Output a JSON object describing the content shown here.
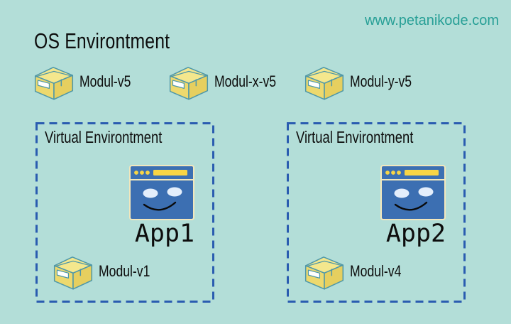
{
  "watermark": {
    "text": "www.petanikode.com",
    "color": "#279f96"
  },
  "title": "OS Environtment",
  "os_modules": [
    {
      "label": "Modul-v5"
    },
    {
      "label": "Modul-x-v5"
    },
    {
      "label": "Modul-y-v5"
    }
  ],
  "environments": [
    {
      "label": "Virtual Environtment",
      "app_name": "App1",
      "module": "Modul-v1"
    },
    {
      "label": "Virtual Environtment",
      "app_name": "App2",
      "module": "Modul-v4"
    }
  ],
  "icons": {
    "package": "package-box-icon",
    "app": "app-window-smiley-icon"
  },
  "colors": {
    "background": "#b3ded8",
    "watermark_teal": "#279f96",
    "dashed_border_blue": "#2a5cb0",
    "app_window_blue": "#3c6fb2",
    "accent_yellow": "#f9d545",
    "window_border_cream": "#f2e7bd",
    "eye_light_blue": "#e4eefb",
    "box_yellow_front": "#edd96e",
    "box_yellow_top": "#f4e78d",
    "box_yellow_side": "#e6cf5f",
    "box_outline_teal": "#4d97a9",
    "text_black": "#0d0d0d"
  }
}
